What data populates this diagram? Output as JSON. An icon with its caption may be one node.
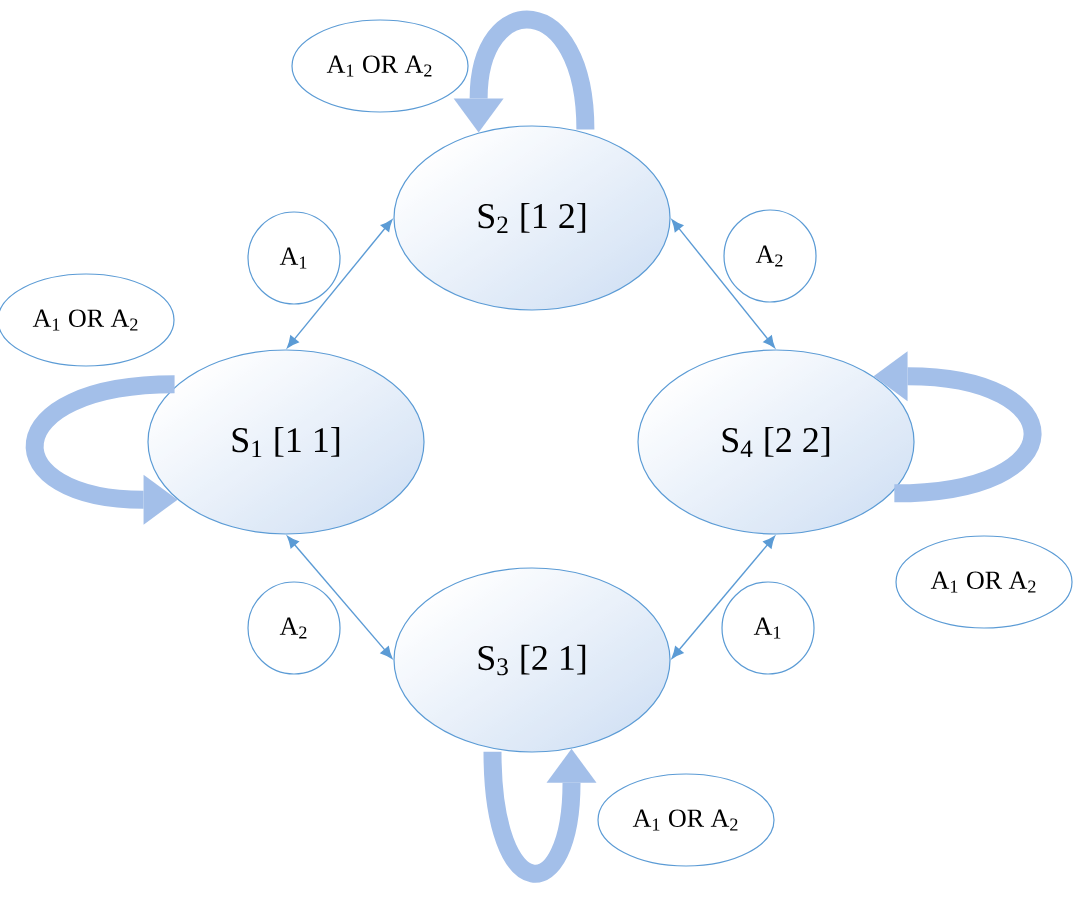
{
  "diagram": {
    "nodes": [
      {
        "text": [
          "A$_{1}$ OR A$_{2}$"
        ]
      },
      {
        "text": [
          "S$_{2}$ [1 2]"
        ]
      },
      {
        "text": [
          "A$_{1}$"
        ]
      },
      {
        "text": [
          "A$_{2}$"
        ]
      },
      {
        "text": [
          "A$_{1}$ OR A$_{2}$"
        ]
      },
      {
        "text": [
          "S$_{1}$ [1 1]"
        ]
      },
      {
        "text": [
          "S$_{4}$ [2 2]"
        ]
      },
      {
        "text": [
          "A$_{1}$ OR A$_{2}$"
        ]
      },
      {
        "text": [
          "A$_{2}$"
        ]
      },
      {
        "text": [
          "A$_{1}$"
        ]
      },
      {
        "text": [
          "S$_{3}$ [2 1]"
        ]
      },
      {
        "text": [
          "A$_{1}$ OR A$_{2}$"
        ]
      }
    ],
    "edges": [
      {
        "from": 5,
        "to": 1,
        "arrow": "both"
      },
      {
        "from": 1,
        "to": 6,
        "arrow": "both"
      },
      {
        "from": 5,
        "to": 10,
        "arrow": "both"
      },
      {
        "from": 10,
        "to": 6,
        "arrow": "both"
      },
      {
        "from": 1,
        "to": 1,
        "arrow": "to",
        "style": "thick",
        "color": "#a3bfe9"
      },
      {
        "from": 5,
        "to": 5,
        "arrow": "to",
        "style": "thick",
        "color": "#a3bfe9"
      },
      {
        "from": 6,
        "to": 6,
        "arrow": "to",
        "style": "thick",
        "color": "#a3bfe9"
      },
      {
        "from": 10,
        "to": 10,
        "arrow": "to",
        "style": "thick",
        "color": "#a3bfe9"
      }
    ]
  }
}
